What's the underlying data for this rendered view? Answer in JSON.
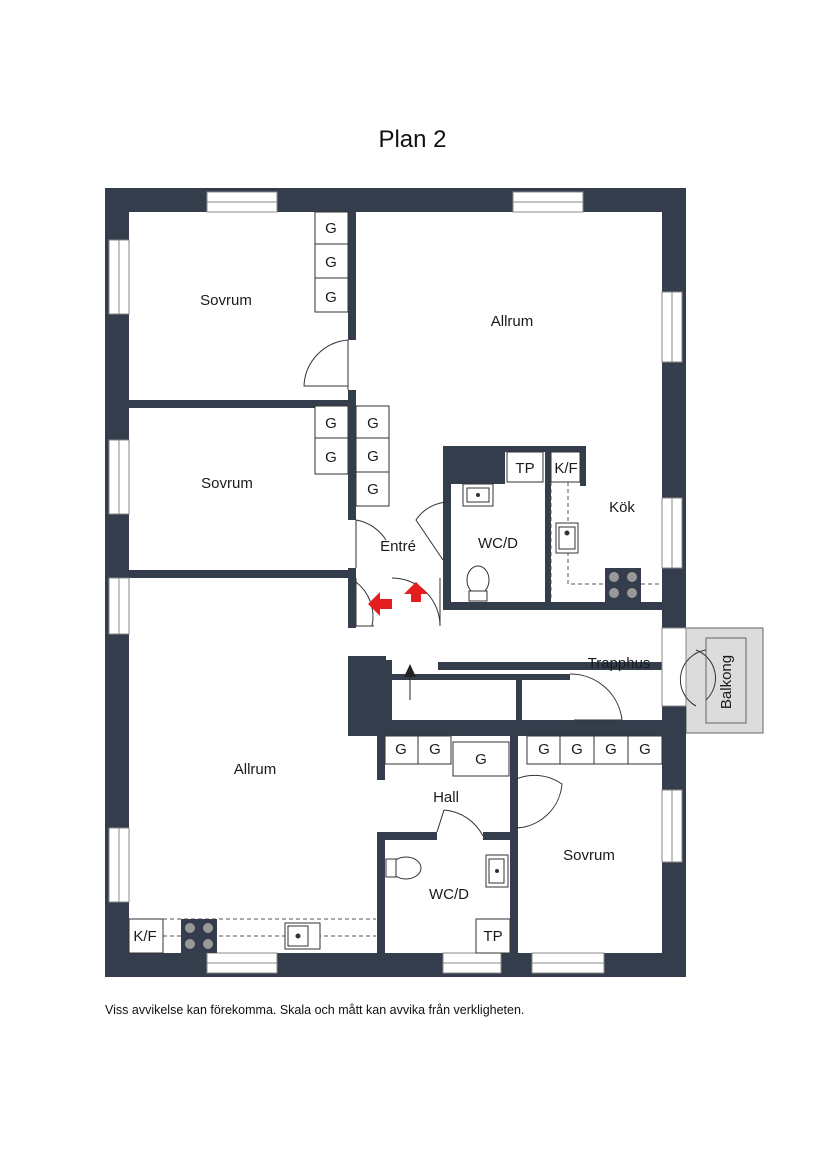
{
  "title": "Plan 2",
  "disclaimer": "Viss avvikelse kan förekomma. Skala och mått kan avvika från verkligheten.",
  "colors": {
    "wall": "#343d4b",
    "arrow": "#e41e1e",
    "balcony": "#dcdcdc",
    "window": "#ffffff"
  },
  "rooms": {
    "sovrum_1": "Sovrum",
    "allrum_1": "Allrum",
    "sovrum_2": "Sovrum",
    "entre": "Entré",
    "wcd_1": "WC/D",
    "kok": "Kök",
    "trapphus": "Trapphus",
    "balkong": "Balkong",
    "allrum_2": "Allrum",
    "hall": "Hall",
    "wcd_2": "WC/D",
    "sovrum_3": "Sovrum"
  },
  "fixtures": {
    "wardrobe": "G",
    "tp": "TP",
    "kf": "K/F"
  },
  "icons": [
    "entrance-arrow-icon",
    "stair-arrow-icon",
    "stove-icon",
    "sink-icon",
    "toilet-icon",
    "washbasin-icon"
  ]
}
